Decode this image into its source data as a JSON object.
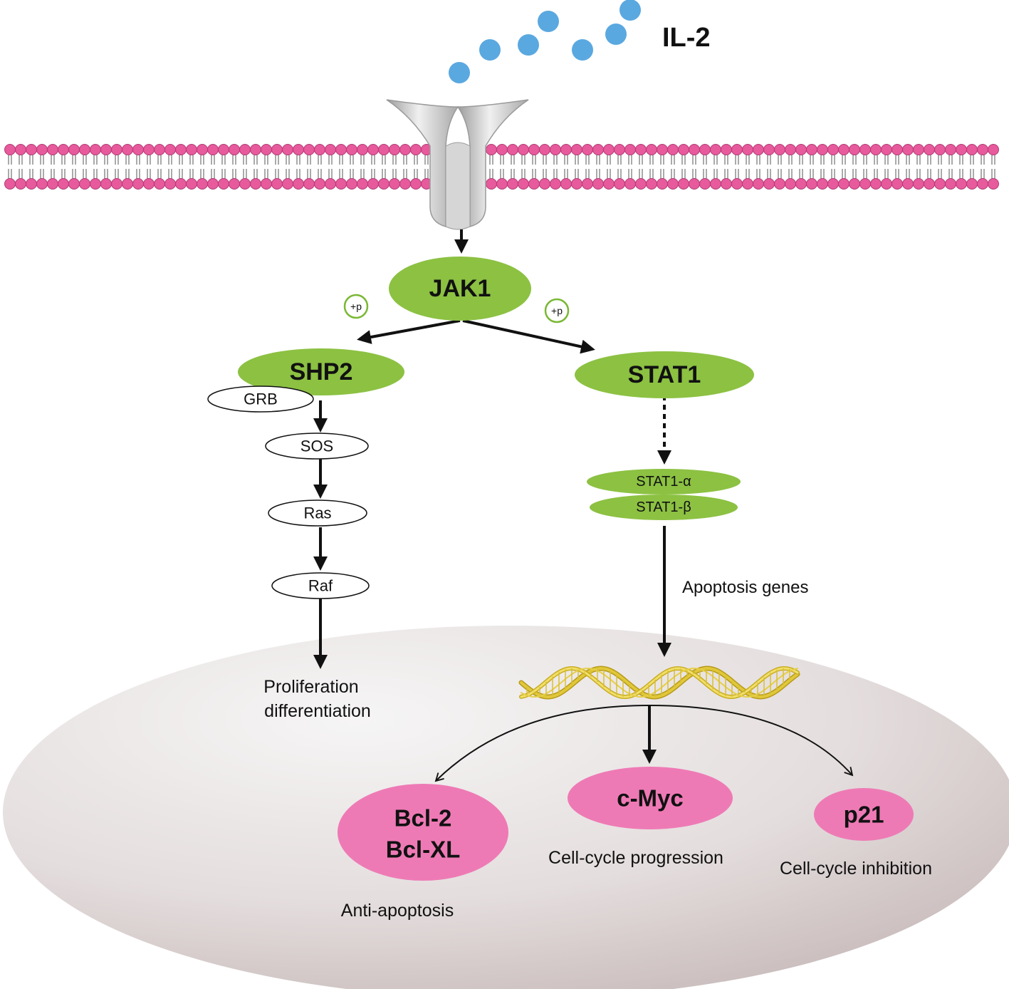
{
  "ligand": {
    "label": "IL-2"
  },
  "nodes": {
    "jak1": "JAK1",
    "shp2": "SHP2",
    "stat1": "STAT1",
    "grb": "GRB",
    "sos": "SOS",
    "ras": "Ras",
    "raf": "Raf",
    "stat1_alpha": "STAT1-α",
    "stat1_beta": "STAT1-β",
    "bcl2": "Bcl-2",
    "bclxl": "Bcl-XL",
    "cmyc": "c-Myc",
    "p21": "p21"
  },
  "phospho_label": "+p",
  "annotations": {
    "apoptosis_genes": "Apoptosis genes",
    "proliferation": "Proliferation",
    "differentiation": "differentiation",
    "anti_apoptosis": "Anti-apoptosis",
    "cell_cycle_progression": "Cell-cycle progression",
    "cell_cycle_inhibition": "Cell-cycle inhibition"
  },
  "colors": {
    "membrane_head": "#e75a9c",
    "receptor": "#c9c9c9",
    "ligand_dot": "#5aa8e0",
    "node_green": "#8cc142",
    "node_pink": "#ee7ab5",
    "nucleus_light": "#f4f2f2",
    "nucleus_dark": "#c9bcbc",
    "dna": "#e0c83a"
  }
}
